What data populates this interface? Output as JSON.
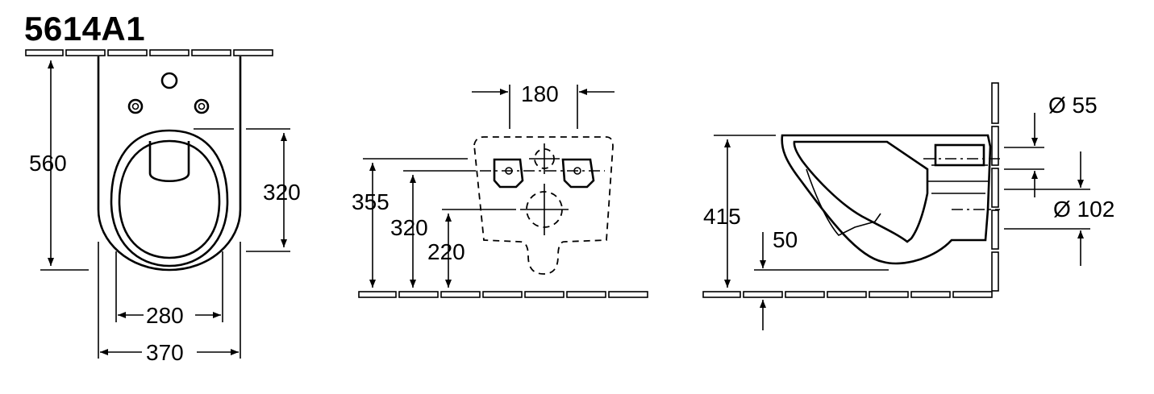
{
  "title": "5614A1",
  "front_view": {
    "height_total": "560",
    "height_fixing": "320",
    "width_inner": "280",
    "width_outer": "370"
  },
  "wall_view": {
    "fixing_spacing": "180",
    "height_355": "355",
    "height_320": "320",
    "height_220": "220"
  },
  "side_view": {
    "rim_height": "415",
    "waste_offset": "50",
    "inlet_diameter": "Ø 55",
    "outlet_diameter": "Ø 102"
  }
}
